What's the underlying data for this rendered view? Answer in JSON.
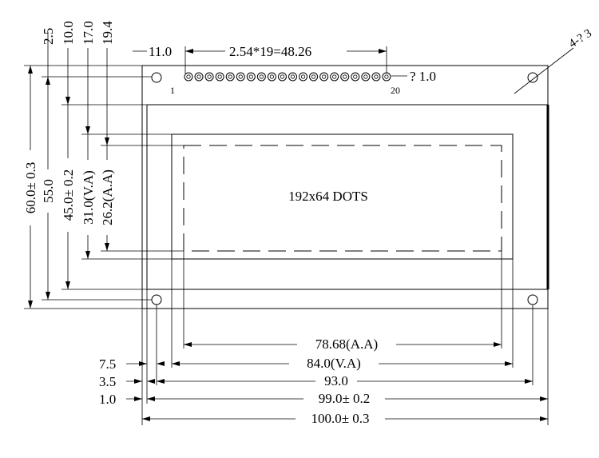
{
  "labels": {
    "center": "192x64 DOTS",
    "pitch": "2.54*19=48.26",
    "pin_offset": "11.0",
    "pin_dia": "? 1.0",
    "hole": "4-? 3",
    "pin1": "1",
    "pin20": "20"
  },
  "vertical_dims": {
    "d2_5": "2.5",
    "d10": "10.0",
    "d17": "17.0",
    "d19_4": "19.4",
    "d60": "60.0± 0.3",
    "d55": "55.0",
    "d45": "45.0± 0.2",
    "d31": "31.0(V.A)",
    "d26_2": "26.2(A.A)"
  },
  "horizontal_dims": {
    "d78_68": "78.68(A.A)",
    "d84": "84.0(V.A)",
    "d93": "93.0",
    "d99": "99.0± 0.2",
    "d100": "100.0± 0.3",
    "d7_5": "7.5",
    "d3_5": "3.5",
    "d1_0": "1.0"
  }
}
